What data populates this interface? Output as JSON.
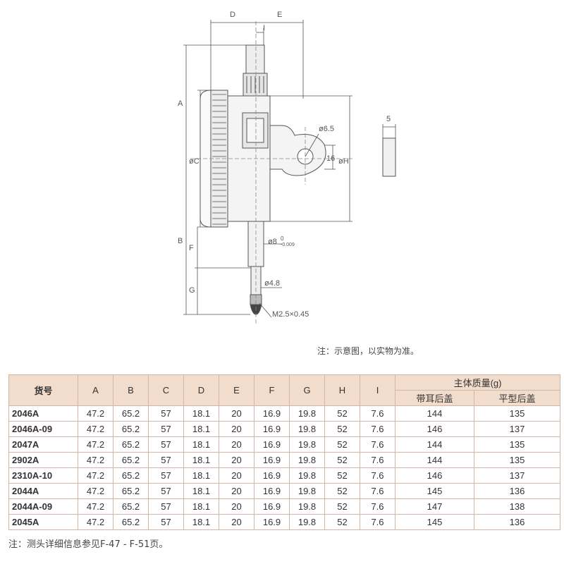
{
  "drawing": {
    "labels": {
      "D": "D",
      "E": "E",
      "I": "I",
      "A": "A",
      "B": "B",
      "C": "øC",
      "F": "F",
      "G": "G",
      "H": "øH",
      "hole": "ø6.5",
      "sixteen": "16",
      "five": "5",
      "stem": "ø8",
      "stem_tol_main": "0",
      "stem_tol_sub": "-0.009",
      "tip": "ø4.8",
      "thread": "M2.5×0.45"
    },
    "note": "注：示意图，以实物为准。"
  },
  "table": {
    "header": {
      "model": "货号",
      "cols": [
        "A",
        "B",
        "C",
        "D",
        "E",
        "F",
        "G",
        "H",
        "I"
      ],
      "mass": "主体质量(g)",
      "mass_sub": [
        "带耳后盖",
        "平型后盖"
      ]
    },
    "rows": [
      {
        "model": "2046A",
        "vals": [
          "47.2",
          "65.2",
          "57",
          "18.1",
          "20",
          "16.9",
          "19.8",
          "52",
          "7.6",
          "144",
          "135"
        ]
      },
      {
        "model": "2046A-09",
        "vals": [
          "47.2",
          "65.2",
          "57",
          "18.1",
          "20",
          "16.9",
          "19.8",
          "52",
          "7.6",
          "146",
          "137"
        ]
      },
      {
        "model": "2047A",
        "vals": [
          "47.2",
          "65.2",
          "57",
          "18.1",
          "20",
          "16.9",
          "19.8",
          "52",
          "7.6",
          "144",
          "135"
        ]
      },
      {
        "model": "2902A",
        "vals": [
          "47.2",
          "65.2",
          "57",
          "18.1",
          "20",
          "16.9",
          "19.8",
          "52",
          "7.6",
          "144",
          "135"
        ]
      },
      {
        "model": "2310A-10",
        "vals": [
          "47.2",
          "65.2",
          "57",
          "18.1",
          "20",
          "16.9",
          "19.8",
          "52",
          "7.6",
          "146",
          "137"
        ]
      },
      {
        "model": "2044A",
        "vals": [
          "47.2",
          "65.2",
          "57",
          "18.1",
          "20",
          "16.9",
          "19.8",
          "52",
          "7.6",
          "145",
          "136"
        ]
      },
      {
        "model": "2044A-09",
        "vals": [
          "47.2",
          "65.2",
          "57",
          "18.1",
          "20",
          "16.9",
          "19.8",
          "52",
          "7.6",
          "147",
          "138"
        ]
      },
      {
        "model": "2045A",
        "vals": [
          "47.2",
          "65.2",
          "57",
          "18.1",
          "20",
          "16.9",
          "19.8",
          "52",
          "7.6",
          "145",
          "136"
        ]
      }
    ]
  },
  "footnote": "注：测头详细信息参见F-47 - F-51页。"
}
